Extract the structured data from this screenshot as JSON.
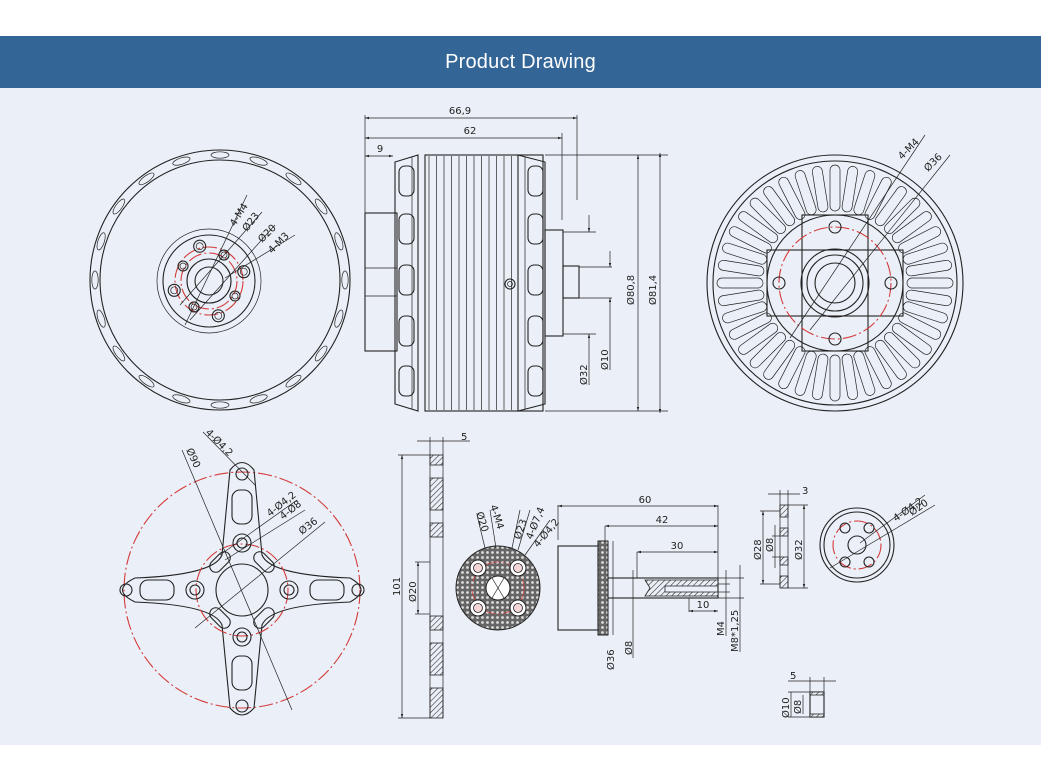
{
  "header": {
    "title": "Product Drawing"
  },
  "colors": {
    "header_bg": "#346597",
    "canvas_bg": "#ebf0f8",
    "line": "#222222",
    "centerline": "#d43a3a"
  },
  "views": {
    "front_view": {
      "labels": [
        "4-M4",
        "Ø23",
        "Ø20",
        "4-M3"
      ]
    },
    "side_view": {
      "labels": [
        "66,9",
        "62",
        "9",
        "Ø80,8",
        "Ø81,4",
        "Ø32",
        "Ø10"
      ]
    },
    "rear_view": {
      "labels": [
        "4-M4",
        "Ø36"
      ]
    },
    "x_mount": {
      "labels": [
        "4-Ø4,2",
        "Ø90",
        "4-Ø4,2",
        "4-Ø8",
        "Ø36"
      ]
    },
    "prop_adapter_side": {
      "labels": [
        "5",
        "101",
        "Ø20"
      ]
    },
    "prop_adapter_face": {
      "labels": [
        "Ø20",
        "4-M4",
        "Ø23",
        "4-Ø7,4",
        "4-Ø4,2"
      ]
    },
    "shaft": {
      "labels": [
        "60",
        "42",
        "30",
        "10",
        "Ø36",
        "Ø8",
        "M4",
        "M8*1,25"
      ]
    },
    "washer_side": {
      "labels": [
        "3",
        "Ø28",
        "Ø8",
        "Ø32"
      ]
    },
    "washer_face": {
      "labels": [
        "4-Ø4,2",
        "Ø20"
      ]
    },
    "spacer": {
      "labels": [
        "5",
        "Ø10",
        "Ø8"
      ]
    }
  }
}
